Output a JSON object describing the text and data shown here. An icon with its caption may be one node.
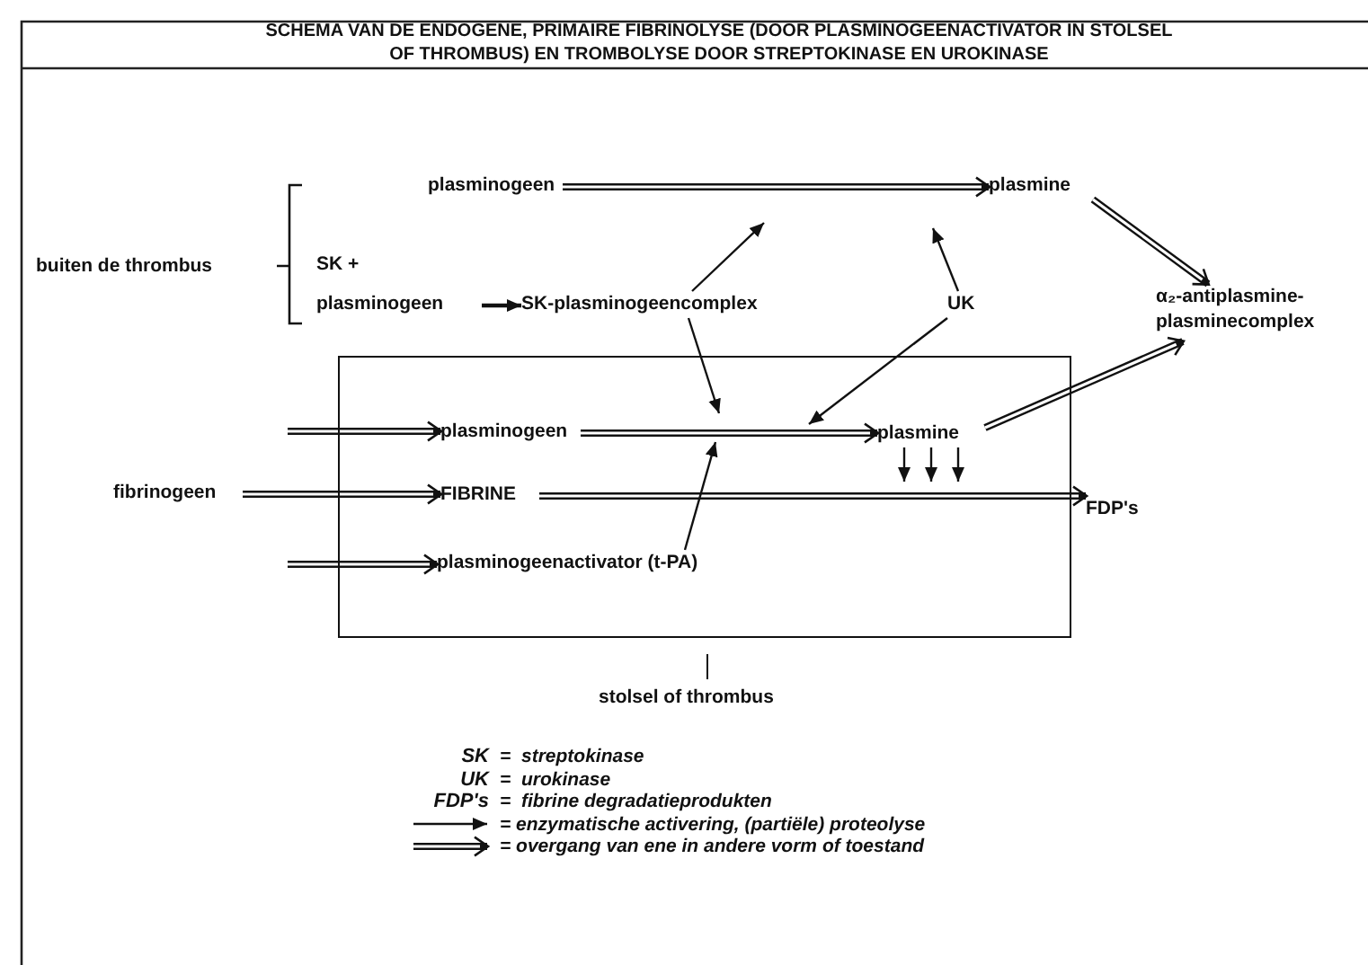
{
  "diagram": {
    "title": "SCHEMA VAN DE ENDOGENE, PRIMAIRE FIBRINOLYSE (DOOR PLASMINOGEENACTIVATOR IN STOLSEL OF THROMBUS) EN TROMBOLYSE DOOR STREPTOKINASE EN UROKINASE",
    "nodes": [
      {
        "text": [
          "plasminogeen"
        ]
      },
      {
        "text": [
          "plasmine"
        ]
      },
      {
        "text": [
          "SK + plasminogeen"
        ]
      },
      {
        "text": [
          "SK-plasminogeencomplex"
        ]
      },
      {
        "text": [
          "UK"
        ]
      },
      {
        "text": [
          "α₂-antiplasmine- plasminecomplex"
        ]
      },
      {
        "text": [
          "stolsel of thrombus"
        ]
      },
      {
        "text": [
          "plasminogeen"
        ],
        "in": 6
      },
      {
        "text": [
          "plasmine"
        ],
        "in": 6
      },
      {
        "text": [
          "FIBRINE"
        ],
        "in": 6
      },
      {
        "text": [
          "plasminogeenactivator (t-PA)"
        ],
        "in": 6
      },
      {
        "text": [
          "fibrinogeen"
        ]
      },
      {
        "text": [
          "FDP's"
        ]
      }
    ],
    "edges": [
      {
        "from": 0,
        "to": 1,
        "arrow": "to",
        "style": "thick"
      },
      {
        "from": 2,
        "to": 3,
        "arrow": "to"
      },
      {
        "from": 3,
        "to": null,
        "arrow": "to"
      },
      {
        "from": 4,
        "to": null,
        "arrow": "to"
      },
      {
        "from": 1,
        "to": 5,
        "arrow": "to",
        "style": "thick"
      },
      {
        "from": 3,
        "to": null,
        "arrow": "to"
      },
      {
        "from": 4,
        "to": null,
        "arrow": "to"
      },
      {
        "from": 8,
        "to": 5,
        "arrow": "to",
        "style": "thick"
      },
      {
        "from": null,
        "to": 7,
        "arrow": "to",
        "style": "thick"
      },
      {
        "from": 7,
        "to": 8,
        "arrow": "to",
        "style": "thick"
      },
      {
        "from": 8,
        "to": null,
        "arrow": "to"
      },
      {
        "from": 8,
        "to": null,
        "arrow": "to"
      },
      {
        "from": 8,
        "to": null,
        "arrow": "to"
      },
      {
        "from": 11,
        "to": 9,
        "arrow": "to",
        "style": "thick"
      },
      {
        "from": 9,
        "to": 12,
        "arrow": "to",
        "style": "thick"
      },
      {
        "from": 10,
        "to": null,
        "arrow": "to"
      },
      {
        "from": null,
        "to": 10,
        "arrow": "to",
        "style": "thick"
      }
    ],
    "labels": [
      "buiten de thrombus",
      "SK",
      "=",
      "streptokinase",
      "UK",
      "=",
      "urokinase",
      "FDP's",
      "=",
      "fibrine degradatieprodukten"
    ],
    "legend": [
      {
        "text": "= enzymatische activering, (partiële) proteolyse"
      },
      {
        "text": "= overgang van ene in andere vorm of toestand"
      }
    ]
  }
}
